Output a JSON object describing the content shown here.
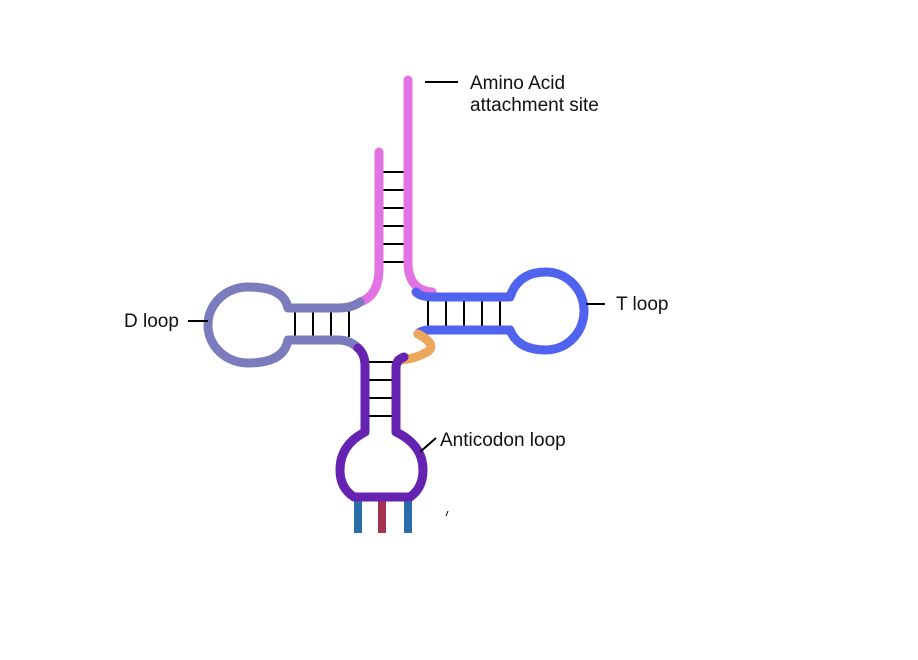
{
  "diagram": {
    "labels": {
      "amino_acid_line1": "Amino Acid",
      "amino_acid_line2": "attachment site",
      "d_loop": "D loop",
      "t_loop": "T loop",
      "anticodon_loop": "Anticodon loop"
    },
    "colors": {
      "acceptor_stem": "#e373e3",
      "d_arm": "#7b7bbd",
      "t_arm": "#4f63ee",
      "anticodon_arm": "#6622b0",
      "variable_loop": "#eba85c",
      "base_left": "#2b6cab",
      "base_middle": "#a3314f",
      "base_right": "#2b6cab"
    }
  }
}
